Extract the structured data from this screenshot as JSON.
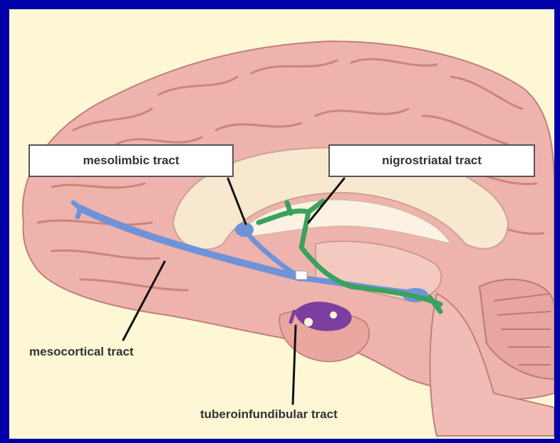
{
  "labels": {
    "mesolimbic": "mesolimbic tract",
    "nigrostriatal": "nigrostriatal tract",
    "mesocortical": "mesocortical tract",
    "tuberoinfundibular": "tuberoinfundibular tract"
  },
  "colors": {
    "border": "#0000a8",
    "background": "#fdf7d6",
    "brain": "#efb3ad",
    "mesolimbic_pathway": "#6f93d8",
    "nigrostriatal_pathway": "#3aa25a",
    "tuberoinfundibular_pathway": "#7b3fa0"
  }
}
